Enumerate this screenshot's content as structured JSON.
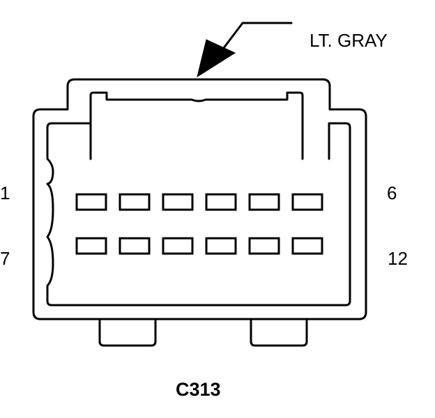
{
  "connector": {
    "color_label": "LT. GRAY",
    "name": "C313",
    "pin_labels": {
      "top_left": "1",
      "top_right": "6",
      "bottom_left": "7",
      "bottom_right": "12"
    },
    "pin_rows": 2,
    "pins_per_row": 6
  },
  "colors": {
    "line": "#000000",
    "background": "#ffffff"
  }
}
